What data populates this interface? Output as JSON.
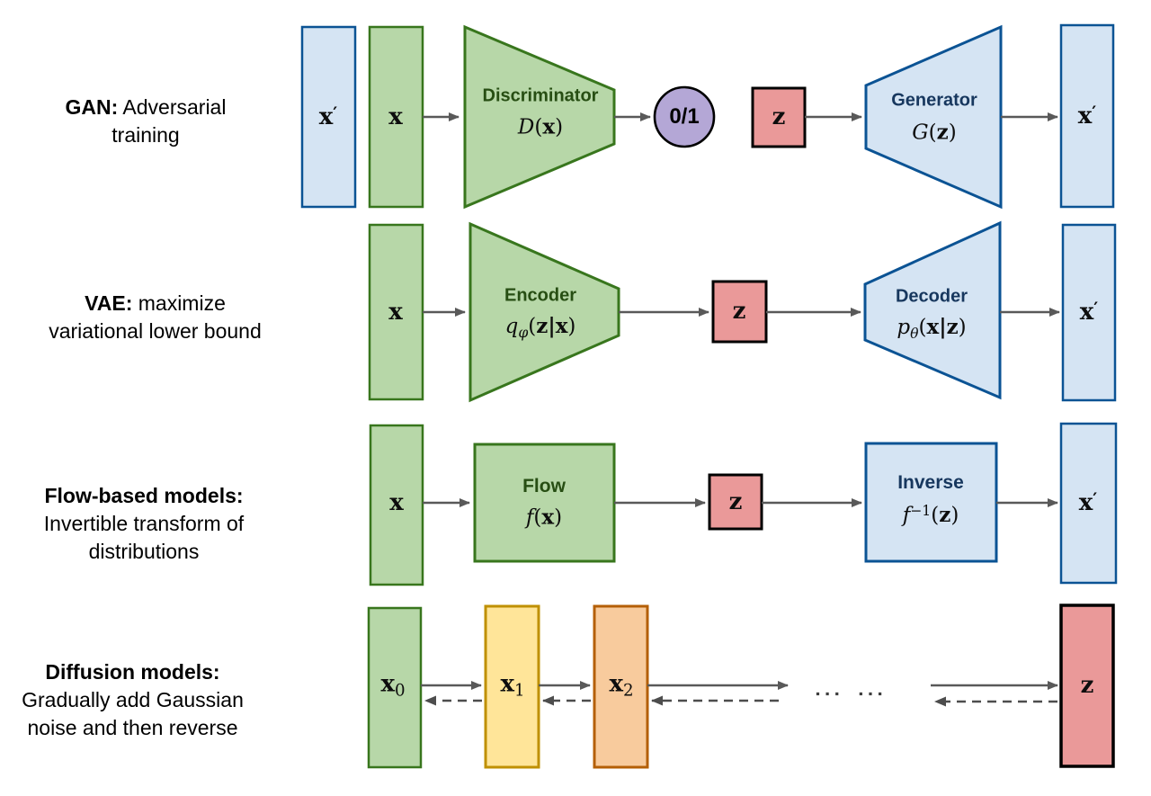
{
  "colors": {
    "green_fill": "#b7d7a8",
    "green_stroke": "#38761d",
    "blue_fill": "#d5e4f3",
    "blue_stroke": "#0b5394",
    "red_fill": "#ea9999",
    "black_stroke": "#000000",
    "purple_fill": "#b4a7d6",
    "yellow_fill": "#ffe599",
    "yellow_stroke": "#bf9000",
    "orange_fill": "#f8cb9d",
    "orange_stroke": "#b45f06",
    "arrow": "#595959",
    "arrow_dashed": "#4d4d4d",
    "label_green": "#274e13",
    "label_blue": "#17375e"
  },
  "gan": {
    "title_bold": "GAN:",
    "title_rest": " Adversarial",
    "title_line2": "training",
    "input_fake": {
      "base": "x",
      "sup": "′"
    },
    "input_real": {
      "base": "x"
    },
    "discriminator": {
      "name": "Discriminator",
      "formula": {
        "fn": "D",
        "open": "(",
        "arg": "x",
        "close": ")"
      }
    },
    "output": "0/1",
    "latent": {
      "base": "z"
    },
    "generator": {
      "name": "Generator",
      "formula": {
        "fn": "G",
        "open": "(",
        "arg": "z",
        "close": ")"
      }
    },
    "output_fake": {
      "base": "x",
      "sup": "′"
    }
  },
  "vae": {
    "title_bold": "VAE:",
    "title_rest": " maximize",
    "title_line2": "variational lower bound",
    "input": {
      "base": "x"
    },
    "encoder": {
      "name": "Encoder",
      "formula": {
        "fn": "q",
        "sub": "φ",
        "open": "(",
        "arg": "z|x",
        "close": ")"
      }
    },
    "latent": {
      "base": "z"
    },
    "decoder": {
      "name": "Decoder",
      "formula": {
        "fn": "p",
        "sub": "θ",
        "open": "(",
        "arg": "x|z",
        "close": ")"
      }
    },
    "output": {
      "base": "x",
      "sup": "′"
    }
  },
  "flow": {
    "title_bold": "Flow-based models:",
    "title_line2": "Invertible transform of",
    "title_line3": "distributions",
    "input": {
      "base": "x"
    },
    "flow_block": {
      "name": "Flow",
      "formula": {
        "fn": "f",
        "open": "(",
        "arg": "x",
        "close": ")"
      }
    },
    "latent": {
      "base": "z"
    },
    "inverse_block": {
      "name": "Inverse",
      "formula": {
        "fn": "f",
        "sup": "−1",
        "open": "(",
        "arg": "z",
        "close": ")"
      }
    },
    "output": {
      "base": "x",
      "sup": "′"
    }
  },
  "diffusion": {
    "title_bold": "Diffusion models:",
    "title_line2": "Gradually add Gaussian",
    "title_line3": "noise and then reverse",
    "x0": {
      "base": "x",
      "sub": "0"
    },
    "x1": {
      "base": "x",
      "sub": "1"
    },
    "x2": {
      "base": "x",
      "sub": "2"
    },
    "dots": {
      "g1": "▪▪▪",
      "g2": "▪▪▪"
    },
    "latent": {
      "base": "z"
    }
  }
}
